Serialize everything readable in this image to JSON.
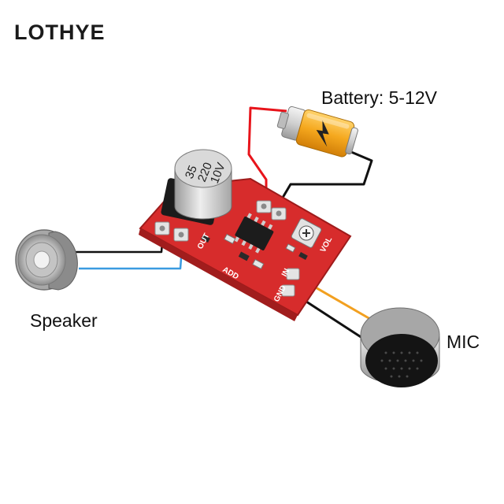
{
  "brand": {
    "name": "LOTHYE"
  },
  "labels": {
    "battery": "Battery: 5-12V",
    "speaker": "Speaker",
    "mic": "MIC"
  },
  "board": {
    "capacitor_lines": [
      "35",
      "220",
      "10V"
    ],
    "silkscreen": {
      "vol": "VOL",
      "gnd": "GND",
      "in": "IN",
      "add": "ADD",
      "out": "OUT"
    }
  },
  "colors": {
    "board": "#d72c2c",
    "wire_red": "#e8141b",
    "wire_black": "#111111",
    "wire_blue": "#3a9be0",
    "wire_orange": "#f2a020",
    "battery_body": "#f5a81e"
  },
  "icons": {
    "speaker": "speaker-icon",
    "battery": "battery-icon",
    "microphone": "microphone-icon"
  }
}
